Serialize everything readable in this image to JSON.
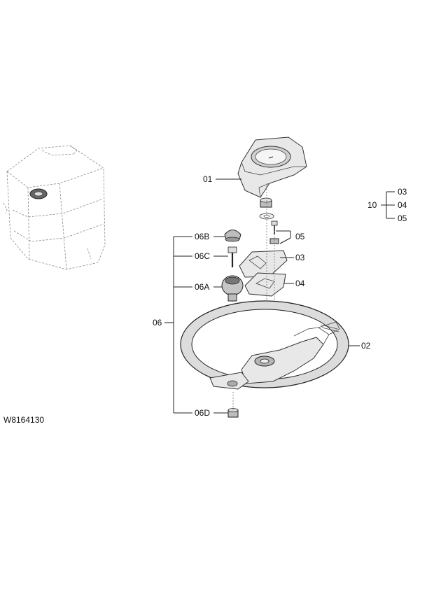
{
  "drawing_code": "W8164130",
  "callouts": {
    "p01": "01",
    "p02": "02",
    "p03": "03",
    "p04": "04",
    "p05": "05",
    "p06": "06",
    "p06A": "06A",
    "p06B": "06B",
    "p06C": "06C",
    "p06D": "06D",
    "kit": "10",
    "kit_03": "03",
    "kit_04": "04",
    "kit_05": "05"
  }
}
